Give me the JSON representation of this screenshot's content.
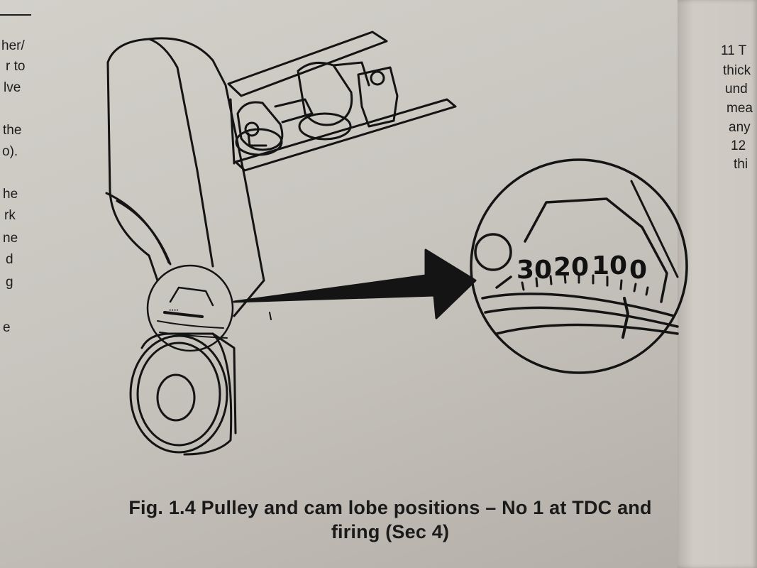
{
  "figure": {
    "caption_line1": "Fig. 1.4 Pulley and cam lobe positions – No 1 at TDC and",
    "caption_line2": "firing (Sec 4)",
    "scale_labels": [
      "30",
      "20",
      "10",
      "0"
    ]
  },
  "left_column_fragments": [
    "her/",
    "r to",
    "lve",
    "the",
    "o).",
    "he",
    "rk",
    "ne",
    "d",
    "g",
    "e"
  ],
  "right_column_fragments": [
    "11 T",
    "thick",
    "und",
    "mea",
    "any",
    "12",
    "thi"
  ],
  "colors": {
    "paper": "#cbc8c2",
    "ink": "#1a1a1a"
  }
}
